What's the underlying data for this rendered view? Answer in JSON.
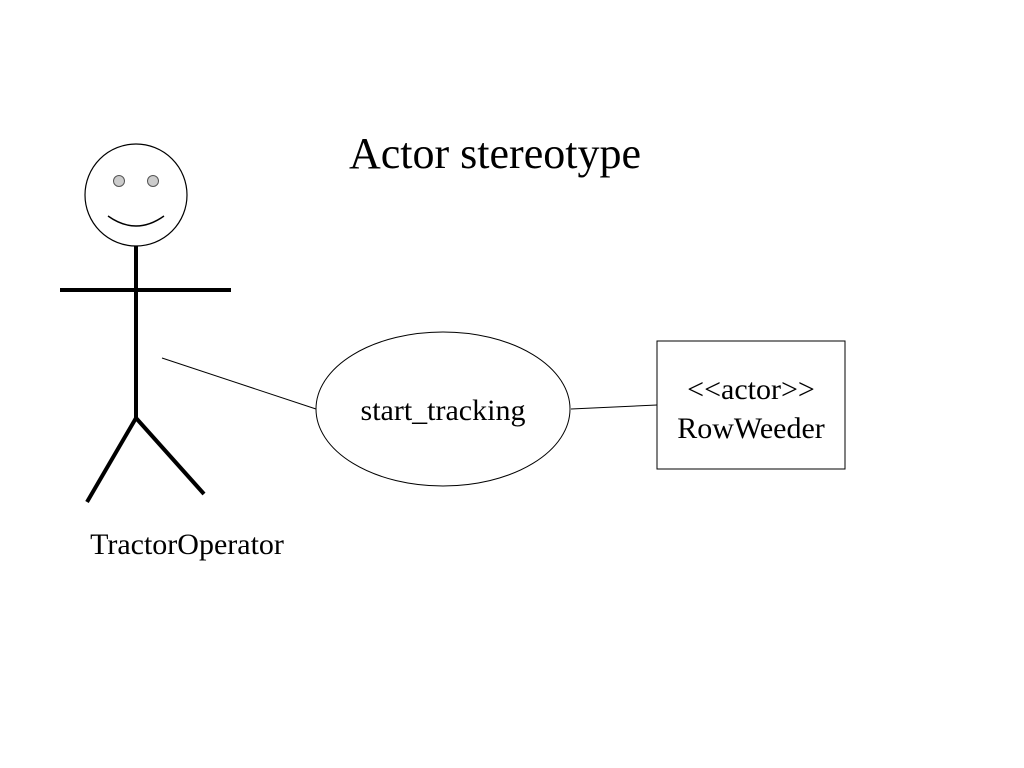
{
  "title": "Actor stereotype",
  "actor": {
    "name": "TractorOperator",
    "icon": "stick-figure-icon"
  },
  "use_case": {
    "label": "start_tracking"
  },
  "stereotyped_actor": {
    "stereotype": "<<actor>>",
    "name": "RowWeeder"
  },
  "colors": {
    "stroke": "#000000",
    "eye_fill": "#cccccc",
    "background": "#ffffff"
  }
}
